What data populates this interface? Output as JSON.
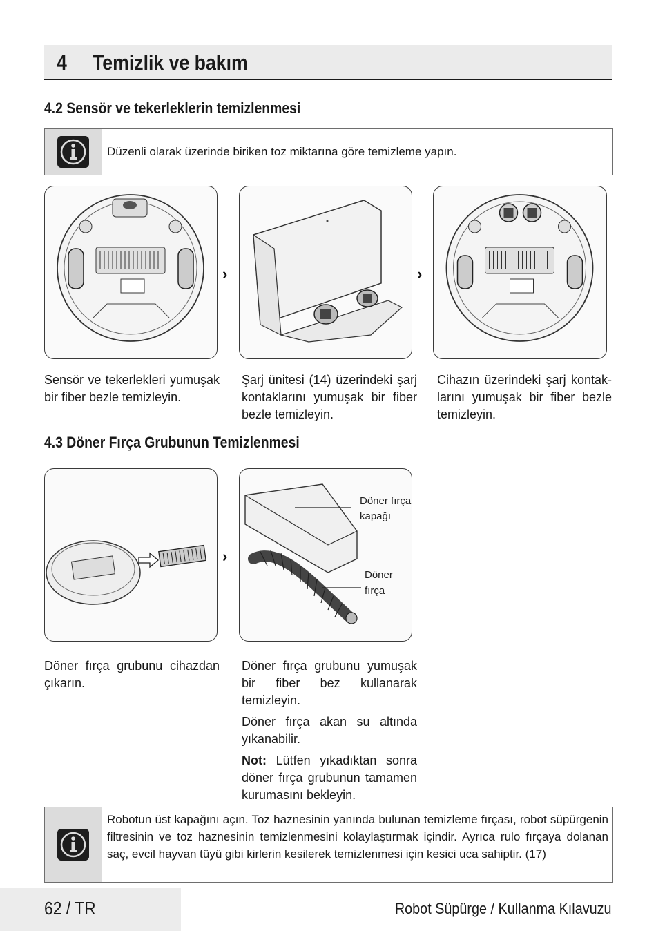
{
  "chapter": {
    "number": "4",
    "title": "Temizlik ve bakım"
  },
  "section_42": {
    "title": "4.2 Sensör ve tekerleklerin temizlenmesi",
    "info_text": "Düzenli olarak üzerinde biriken toz miktarına göre temizleme yapın.",
    "captions": [
      "Sensör ve tekerlekleri yumuşak bir fiber bezle temizleyin.",
      "Şarj ünitesi (14) üzerindeki şarj kontaklarını yumuşak bir fiber bezle temizleyin.",
      "Cihazın üzerindeki şarj kontak-larını yumuşak bir fiber bezle temizleyin."
    ]
  },
  "section_43": {
    "title": "4.3 Döner Fırça Grubunun Temizlenmesi",
    "callouts": {
      "brush_cover_1": "Döner fırça",
      "brush_cover_2": "kapağı",
      "brush_1": "Döner",
      "brush_2": "fırça"
    },
    "caption_left": "Döner fırça grubunu cihazdan çıkarın.",
    "caption_right": [
      "Döner fırça grubunu yumuşak bir fiber bez kullanarak temizleyin.",
      "Döner fırça akan su altında yıkanabilir."
    ],
    "note_label": "Not:",
    "note_text": " Lütfen yıkadıktan sonra döner fırça grubunun tamamen kurumasını bekleyin."
  },
  "bottom_info_text": "Robotun üst kapağını açın. Toz haznesinin yanında bulunan temizleme fırçası, robot süpürgenin filtresinin ve toz haznesinin temizlenmesini kolaylaştırmak içindir. Ayrıca rulo fırçaya dolanan saç, evcil hayvan tüyü gibi kirlerin kesilerek temizlenmesi için kesici uca sahiptir. (17)",
  "footer": {
    "page": "62 / TR",
    "doc_title": "Robot Süpürge  / Kullanma Kılavuzu"
  },
  "icons": {
    "info": "info-icon",
    "step_arrow": "chevron-right-icon"
  }
}
